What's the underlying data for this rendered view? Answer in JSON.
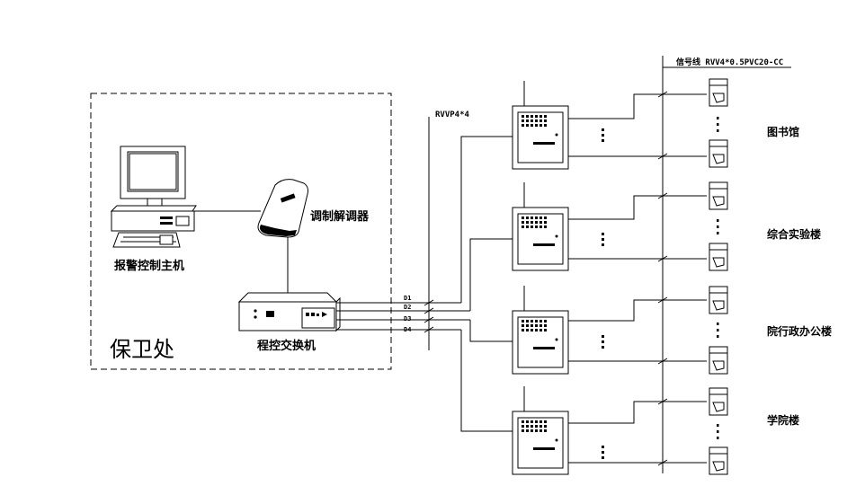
{
  "security_office": {
    "title": "保卫处",
    "host_label": "报警控制主机",
    "modem_label": "调制解调器",
    "pbx_label": "程控交换机",
    "port_labels": [
      "D1",
      "D2",
      "D3",
      "D4"
    ]
  },
  "bus_cable_label": "RVVP4*4",
  "signal_line_label": "信号线 RVV4*0.5PVC20-CC",
  "buildings": [
    {
      "name": "图书馆"
    },
    {
      "name": "综合实验楼"
    },
    {
      "name": "院行政办公楼"
    },
    {
      "name": "学院楼"
    }
  ]
}
